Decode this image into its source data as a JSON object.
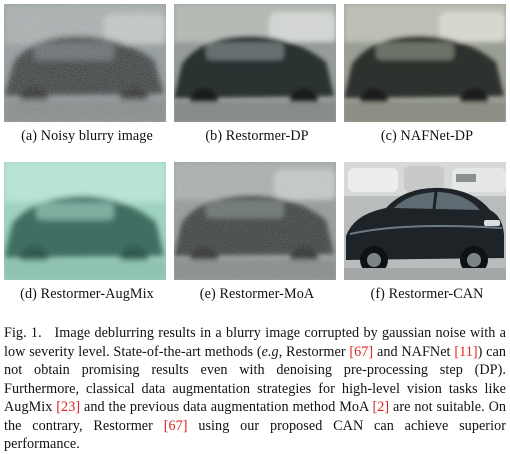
{
  "panels": [
    {
      "id": "a",
      "caption": "(a) Noisy blurry image",
      "style": "noisy"
    },
    {
      "id": "b",
      "caption": "(b) Restormer-DP",
      "style": "smooth"
    },
    {
      "id": "c",
      "caption": "(c) NAFNet-DP",
      "style": "smooth"
    },
    {
      "id": "d",
      "caption": "(d) Restormer-AugMix",
      "style": "teal"
    },
    {
      "id": "e",
      "caption": "(e) Restormer-MoA",
      "style": "noisy"
    },
    {
      "id": "f",
      "caption": "(f) Restormer-CAN",
      "style": "sharp"
    }
  ],
  "figure_caption": {
    "label": "Fig. 1.",
    "part1": "Image deblurring results in a blurry image corrupted by gaussian noise with a low severity level. State-of-the-art methods (",
    "eg": "e.g",
    "part2": ", Restormer ",
    "cite1": "[67]",
    "part3": " and NAFNet ",
    "cite2": "[11]",
    "part4": ") can not obtain promising results even with denoising pre-processing step (DP). Furthermore, classical data augmentation strategies for high-level vision tasks like AugMix ",
    "cite3": "[23]",
    "part5": " and the previous data augmentation method MoA ",
    "cite4": "[2]",
    "part6": " are not suitable. On the contrary, Restormer ",
    "cite5": "[67]",
    "part7": " using our proposed CAN can achieve superior performance."
  },
  "colors": {
    "citation": "#dd2222",
    "teal_tint": "#9ed3c0",
    "car_body": "#1e2428"
  }
}
